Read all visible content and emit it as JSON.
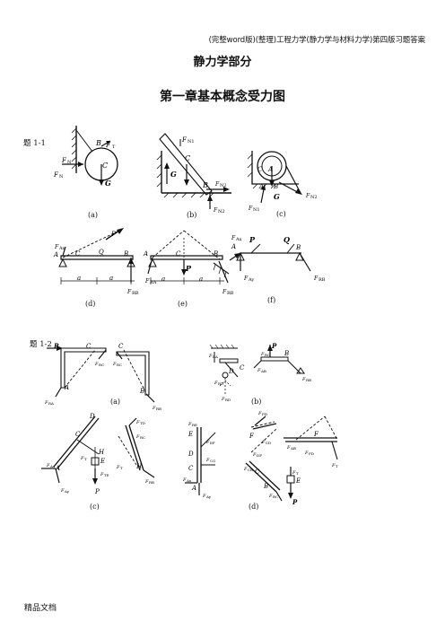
{
  "header": "(完整word版)(整理)工程力学(静力学与材料力学)第四版习题答案",
  "title": "静力学部分",
  "chapter_title": "第一章基本概念受力图",
  "problem_1_1": {
    "label": "题 1-1",
    "captions": [
      "(a)",
      "(b)",
      "(c)",
      "(d)",
      "(e)",
      "(f)"
    ]
  },
  "problem_1_2": {
    "label": "题 1-2",
    "captions": [
      "(a)",
      "(b)",
      "(c)",
      "(d)"
    ]
  },
  "footer": "精品文档"
}
